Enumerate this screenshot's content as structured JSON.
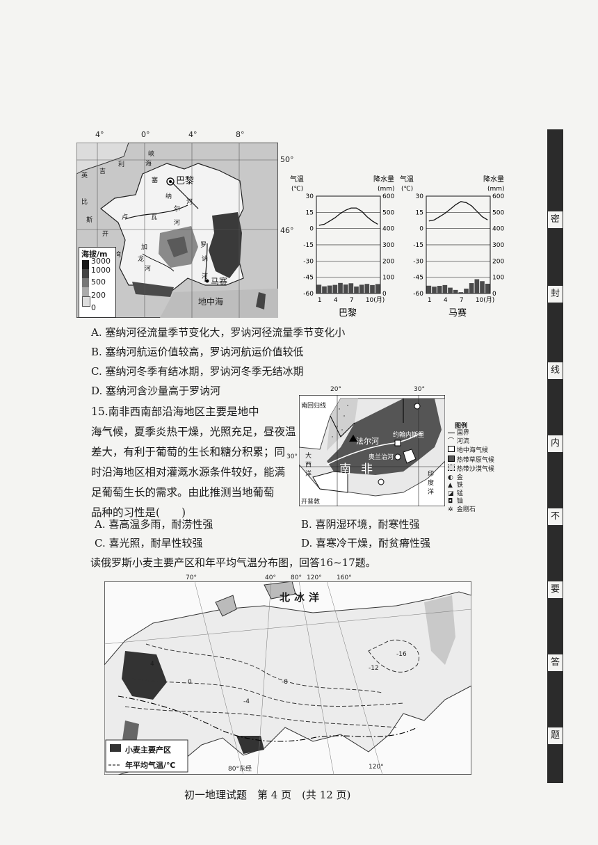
{
  "france_map": {
    "lon_labels": [
      "4°",
      "0°",
      "4°",
      "8°"
    ],
    "lat_labels": [
      "50°",
      "46°"
    ],
    "places": {
      "paris": "巴黎",
      "marseille": "马赛",
      "mediterranean": "地中海"
    },
    "seine_chars": [
      "塞",
      "纳",
      "河"
    ],
    "rhone_chars": [
      "罗",
      "讷",
      "河"
    ],
    "loire_chars": [
      "卢",
      "瓦",
      "尔",
      "河"
    ],
    "garonne_chars": [
      "加",
      "龙",
      "河"
    ],
    "channel_chars": [
      "英",
      "吉",
      "利",
      "海",
      "峡"
    ],
    "biscay_chars": [
      "比",
      "斯",
      "开",
      "湾"
    ],
    "legend_title": "海拔/m",
    "legend_values": [
      "3000",
      "1000",
      "500",
      "200",
      "0"
    ]
  },
  "climate_charts": [
    {
      "name": "巴黎",
      "left_title": [
        "气温",
        "(℃)"
      ],
      "right_title": [
        "降水量",
        "(mm)"
      ],
      "temp_ticks": [
        "30",
        "15",
        "0",
        "-15",
        "-30",
        "-45",
        "-60"
      ],
      "precip_ticks": [
        "600",
        "500",
        "400",
        "300",
        "200",
        "100",
        "0"
      ],
      "month_ticks": [
        "1",
        "4",
        "7",
        "10(月)"
      ],
      "temperature": [
        3,
        4,
        7,
        10,
        14,
        17,
        19,
        19,
        16,
        11,
        7,
        4
      ],
      "precipitation": [
        54,
        44,
        49,
        53,
        65,
        55,
        63,
        43,
        54,
        59,
        52,
        58
      ]
    },
    {
      "name": "马赛",
      "left_title": [
        "气温",
        "(℃)"
      ],
      "right_title": [
        "降水量",
        "(mm)"
      ],
      "temp_ticks": [
        "30",
        "15",
        "0",
        "-15",
        "-30",
        "-45",
        "-60"
      ],
      "precip_ticks": [
        "600",
        "500",
        "400",
        "300",
        "200",
        "100",
        "0"
      ],
      "month_ticks": [
        "1",
        "4",
        "7",
        "10(月)"
      ],
      "temperature": [
        7,
        8,
        11,
        14,
        18,
        22,
        25,
        24,
        21,
        16,
        11,
        8
      ],
      "precipitation": [
        48,
        42,
        47,
        52,
        36,
        22,
        8,
        30,
        64,
        88,
        76,
        60
      ]
    }
  ],
  "q14_options": [
    "A. 塞纳河径流量季节变化大，罗讷河径流量季节变化小",
    "B. 塞纳河航运价值较高，罗讷河航运价值较低",
    "C. 塞纳河冬季有结冰期，罗讷河冬季无结冰期",
    "D. 塞纳河含沙量高于罗讷河"
  ],
  "q15": {
    "number": "15.",
    "lines": [
      "南非西南部沿海地区主要是地中",
      "海气候，夏季炎热干燥，光照充足，昼夜温",
      "差大，有利于葡萄的生长和糖分积累；同",
      "时沿海地区相对灌溉水源条件较好，能满",
      "足葡萄生长的需求。由此推测当地葡萄",
      "品种的习性是(　　)"
    ],
    "options": [
      "A. 喜高温多雨，耐涝性强",
      "B. 喜阴湿环境，耐寒性强",
      "C. 喜光照，耐旱性较强",
      "D. 喜寒冷干燥，耐贫瘠性强"
    ]
  },
  "south_africa_map": {
    "lon_labels": [
      "20°",
      "30°"
    ],
    "lat_label": "30°",
    "places": {
      "namibia": "南回归线",
      "johannesburg": "约翰内斯堡",
      "orange": "法尔河",
      "orange_river": "奥兰治河",
      "country": "南非",
      "atlantic": [
        "大",
        "西",
        "洋"
      ],
      "indian": [
        "印",
        "度",
        "洋"
      ],
      "capetown": "开普敦"
    },
    "legend_title": "图例",
    "legend_items": [
      "国界",
      "河流",
      "地中海气候",
      "热带草原气候",
      "热带沙漠气候",
      "金",
      "铁",
      "锰",
      "铀",
      "金刚石"
    ]
  },
  "russia_intro": "读俄罗斯小麦主要产区和年平均气温分布图，回答16~17题。",
  "russia_map": {
    "lon_labels": [
      "70°",
      "40°",
      "80°",
      "120°",
      "160°"
    ],
    "bottom_labels": [
      "80°东经",
      "120°"
    ],
    "ocean": "北冰洋",
    "isotherm_values": [
      "4",
      "0",
      "-4",
      "-8",
      "-12",
      "-16"
    ],
    "legend": [
      "小麦主要产区",
      "年平均气温/℃"
    ]
  },
  "footer": "初一地理试题　第 4 页　(共 12 页)",
  "sidebar_chars": [
    "密",
    "封",
    "线",
    "内",
    "不",
    "要",
    "答",
    "题"
  ]
}
